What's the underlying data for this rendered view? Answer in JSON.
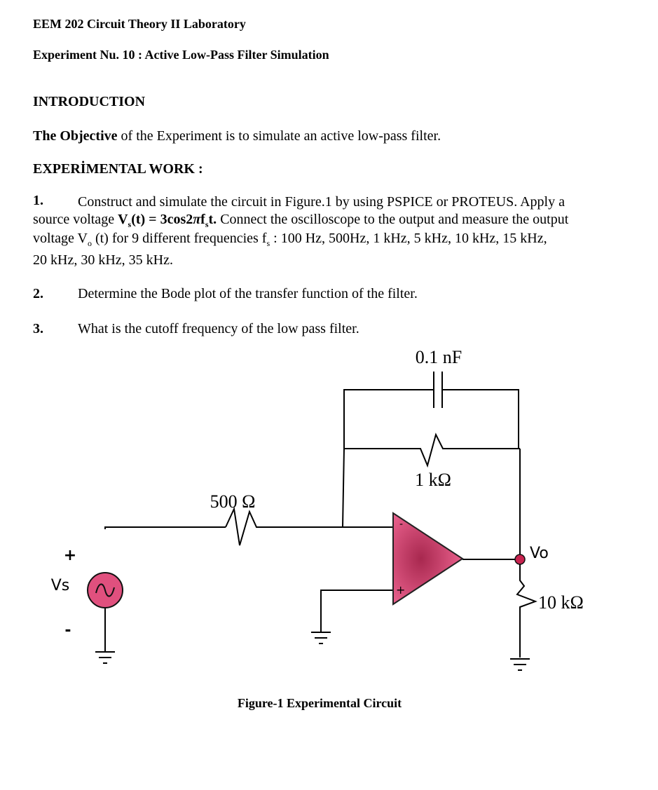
{
  "header": {
    "course": "EEM 202 Circuit Theory II Laboratory",
    "experiment": "Experiment Nu. 10 : Active Low-Pass Filter Simulation"
  },
  "introduction": {
    "heading": "INTRODUCTION",
    "objective_bold": "The Objective",
    "objective_rest": " of the Experiment is to simulate an active low-pass filter."
  },
  "experimental_work": {
    "heading": "EXPERİMENTAL WORK :",
    "items": [
      {
        "num": "1.",
        "line1": "Construct and simulate the circuit in Figure.1 by using PSPICE or PROTEUS. Apply a",
        "line2_pre": "source voltage ",
        "line2_formula_a": "V",
        "line2_formula_sub": "s",
        "line2_formula_b": "(t) = 3cos2",
        "line2_formula_pi": "π",
        "line2_formula_c": "f",
        "line2_formula_c_sub": "s",
        "line2_formula_d": "t.",
        "line2_post": " Connect the oscilloscope to the output and measure the output",
        "line3_pre": "voltage V",
        "line3_sub": "o",
        "line3_mid": " (t) for 9 different frequencies  f",
        "line3_sub2": "s",
        "line3_post": "  : 100 Hz, 500Hz, 1 kHz, 5 kHz, 10 kHz, 15 kHz,",
        "line4": "20 kHz, 30 kHz, 35 kHz."
      },
      {
        "num": "2.",
        "text": "Determine the Bode plot of the transfer function of the filter."
      },
      {
        "num": "3.",
        "text": "What is the cutoff frequency of the low pass filter."
      }
    ]
  },
  "circuit": {
    "capacitor": "0.1 nF",
    "feedback_resistor": "1 kΩ",
    "input_resistor": "500 Ω",
    "load_resistor": "10 kΩ",
    "output_label": "Vo",
    "source_label": "Vs",
    "plus": "+",
    "minus": "-",
    "opamp_minus": "-",
    "opamp_plus": "+",
    "colors": {
      "opamp_fill": "#e04f7f",
      "source_fill": "#e0507e",
      "node_dot": "#c8234f"
    }
  },
  "caption": "Figure-1 Experimental Circuit"
}
